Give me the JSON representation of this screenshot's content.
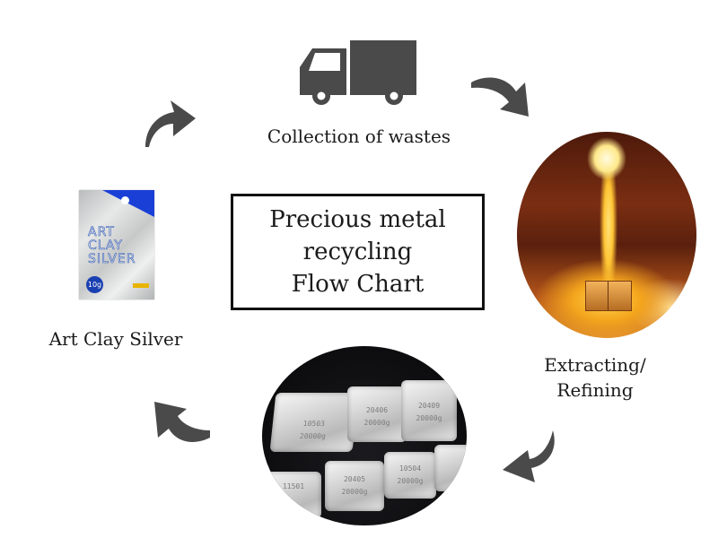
{
  "title": {
    "lines": [
      "Precious metal",
      "recycling",
      "Flow Chart"
    ]
  },
  "steps": [
    {
      "id": "collection",
      "label": "Collection of wastes",
      "icon": "truck-icon"
    },
    {
      "id": "refining",
      "label_lines": [
        "Extracting/",
        "Refining"
      ],
      "image": "molten-metal-pouring-image"
    },
    {
      "id": "silver-bars",
      "image": "silver-ingots-image",
      "bar_stamps": [
        "10503",
        "20406",
        "20409",
        "20405",
        "10504",
        "11501"
      ],
      "bar_sub_stamps": [
        "20000g",
        "20000g",
        "20000g",
        "20000g",
        "20000g"
      ]
    },
    {
      "id": "art-clay-silver",
      "label": "Art Clay Silver",
      "image": "art-clay-silver-package-image",
      "package_text": [
        "ART",
        "CLAY",
        "SILVER"
      ],
      "package_badge": "10g"
    }
  ],
  "arrows": [
    {
      "name": "arrow-to-refining",
      "direction": "clockwise"
    },
    {
      "name": "arrow-to-silver-bars",
      "direction": "clockwise"
    },
    {
      "name": "arrow-to-art-clay-silver",
      "direction": "clockwise"
    },
    {
      "name": "arrow-to-collection",
      "direction": "clockwise"
    }
  ],
  "colors": {
    "arrow": "#4a4a4a",
    "truck": "#4a4a4a",
    "box_border": "#111111",
    "package_accent": "#1a3fd6"
  }
}
